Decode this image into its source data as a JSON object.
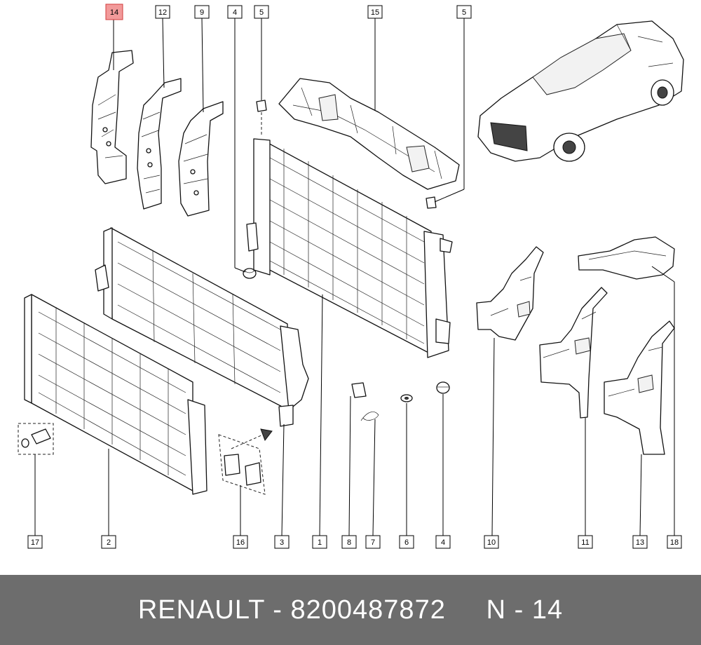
{
  "callouts": [
    {
      "id": "c14",
      "label": "14",
      "highlight": true
    },
    {
      "id": "c12",
      "label": "12"
    },
    {
      "id": "c9",
      "label": "9"
    },
    {
      "id": "c4a",
      "label": "4"
    },
    {
      "id": "c5a",
      "label": "5"
    },
    {
      "id": "c15",
      "label": "15"
    },
    {
      "id": "c5b",
      "label": "5"
    },
    {
      "id": "c17",
      "label": "17"
    },
    {
      "id": "c2",
      "label": "2"
    },
    {
      "id": "c16",
      "label": "16"
    },
    {
      "id": "c3",
      "label": "3"
    },
    {
      "id": "c1",
      "label": "1"
    },
    {
      "id": "c8",
      "label": "8"
    },
    {
      "id": "c7",
      "label": "7"
    },
    {
      "id": "c6",
      "label": "6"
    },
    {
      "id": "c4b",
      "label": "4"
    },
    {
      "id": "c10",
      "label": "10"
    },
    {
      "id": "c11",
      "label": "11"
    },
    {
      "id": "c13",
      "label": "13"
    },
    {
      "id": "c18",
      "label": "18"
    }
  ],
  "footer": {
    "brand": "RENAULT",
    "separator": " - ",
    "part_number": "8200487872",
    "position_label": "N - 14"
  },
  "colors": {
    "highlight_fill": "#f29a9a",
    "highlight_stroke": "#d23c3c",
    "footer_bg": "#6d6d6d"
  }
}
